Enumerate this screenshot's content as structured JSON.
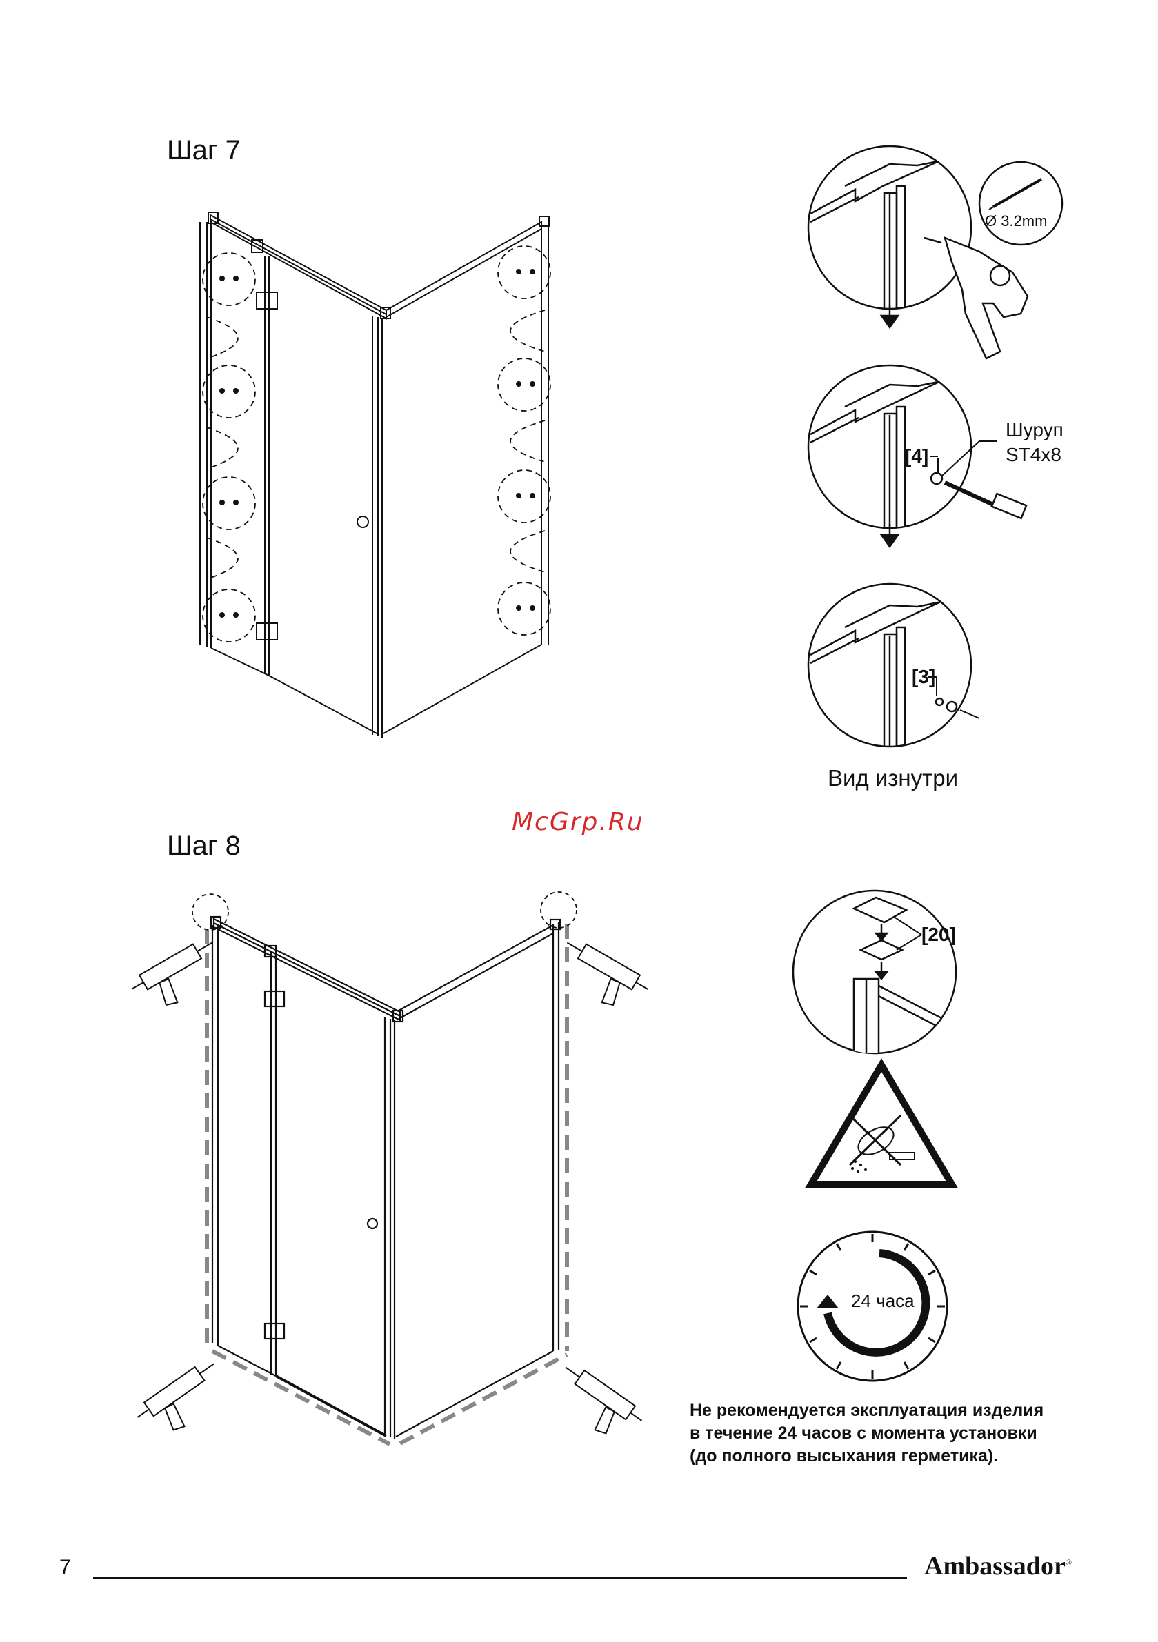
{
  "step7": {
    "title": "Шаг 7",
    "drill_size": "Ø 3.2mm",
    "screw_label_line1": "Шуруп",
    "screw_label_line2": "ST4x8",
    "part_4": "[4]",
    "part_3": "[3]",
    "caption": "Вид изнутри"
  },
  "watermark": "McGrp.Ru",
  "step8": {
    "title": "Шаг 8",
    "part_20": "[20]",
    "clock_label": "24 часа",
    "note_line1": "Не рекомендуется эксплуатация изделия",
    "note_line2": "в течение 24 часов с момента установки",
    "note_line3": "(до полного высыхания герметика)."
  },
  "footer": {
    "page_number": "7",
    "brand": "Ambassador",
    "brand_mark": "®"
  }
}
